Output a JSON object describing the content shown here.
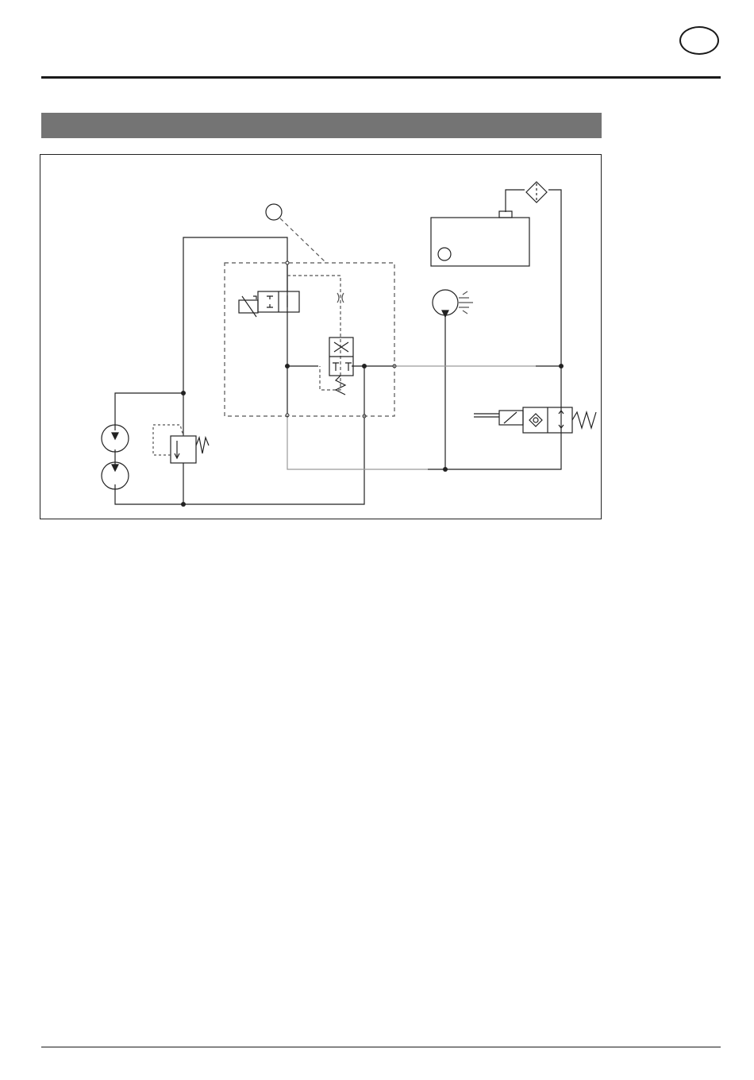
{
  "header": {
    "language_badge": "",
    "section_title": ""
  },
  "diagram": {
    "title": "",
    "components": [
      {
        "id": "pump-upper",
        "label": ""
      },
      {
        "id": "pump-lower",
        "label": ""
      },
      {
        "id": "relief-valve",
        "label": ""
      },
      {
        "id": "solenoid-valve",
        "label": ""
      },
      {
        "id": "flow-control-valve",
        "label": ""
      },
      {
        "id": "callout-circle",
        "label": ""
      },
      {
        "id": "oil-tank",
        "label": ""
      },
      {
        "id": "tank-level-gauge",
        "label": ""
      },
      {
        "id": "hydraulic-motor",
        "label": ""
      },
      {
        "id": "return-filter",
        "label": ""
      },
      {
        "id": "directional-valve-right",
        "label": ""
      }
    ]
  },
  "colors": {
    "rule": "#1a1a1a",
    "section_bar": "#747474",
    "line": "#222222",
    "grey_line": "#9a9a9a",
    "dashed": "#555555"
  }
}
